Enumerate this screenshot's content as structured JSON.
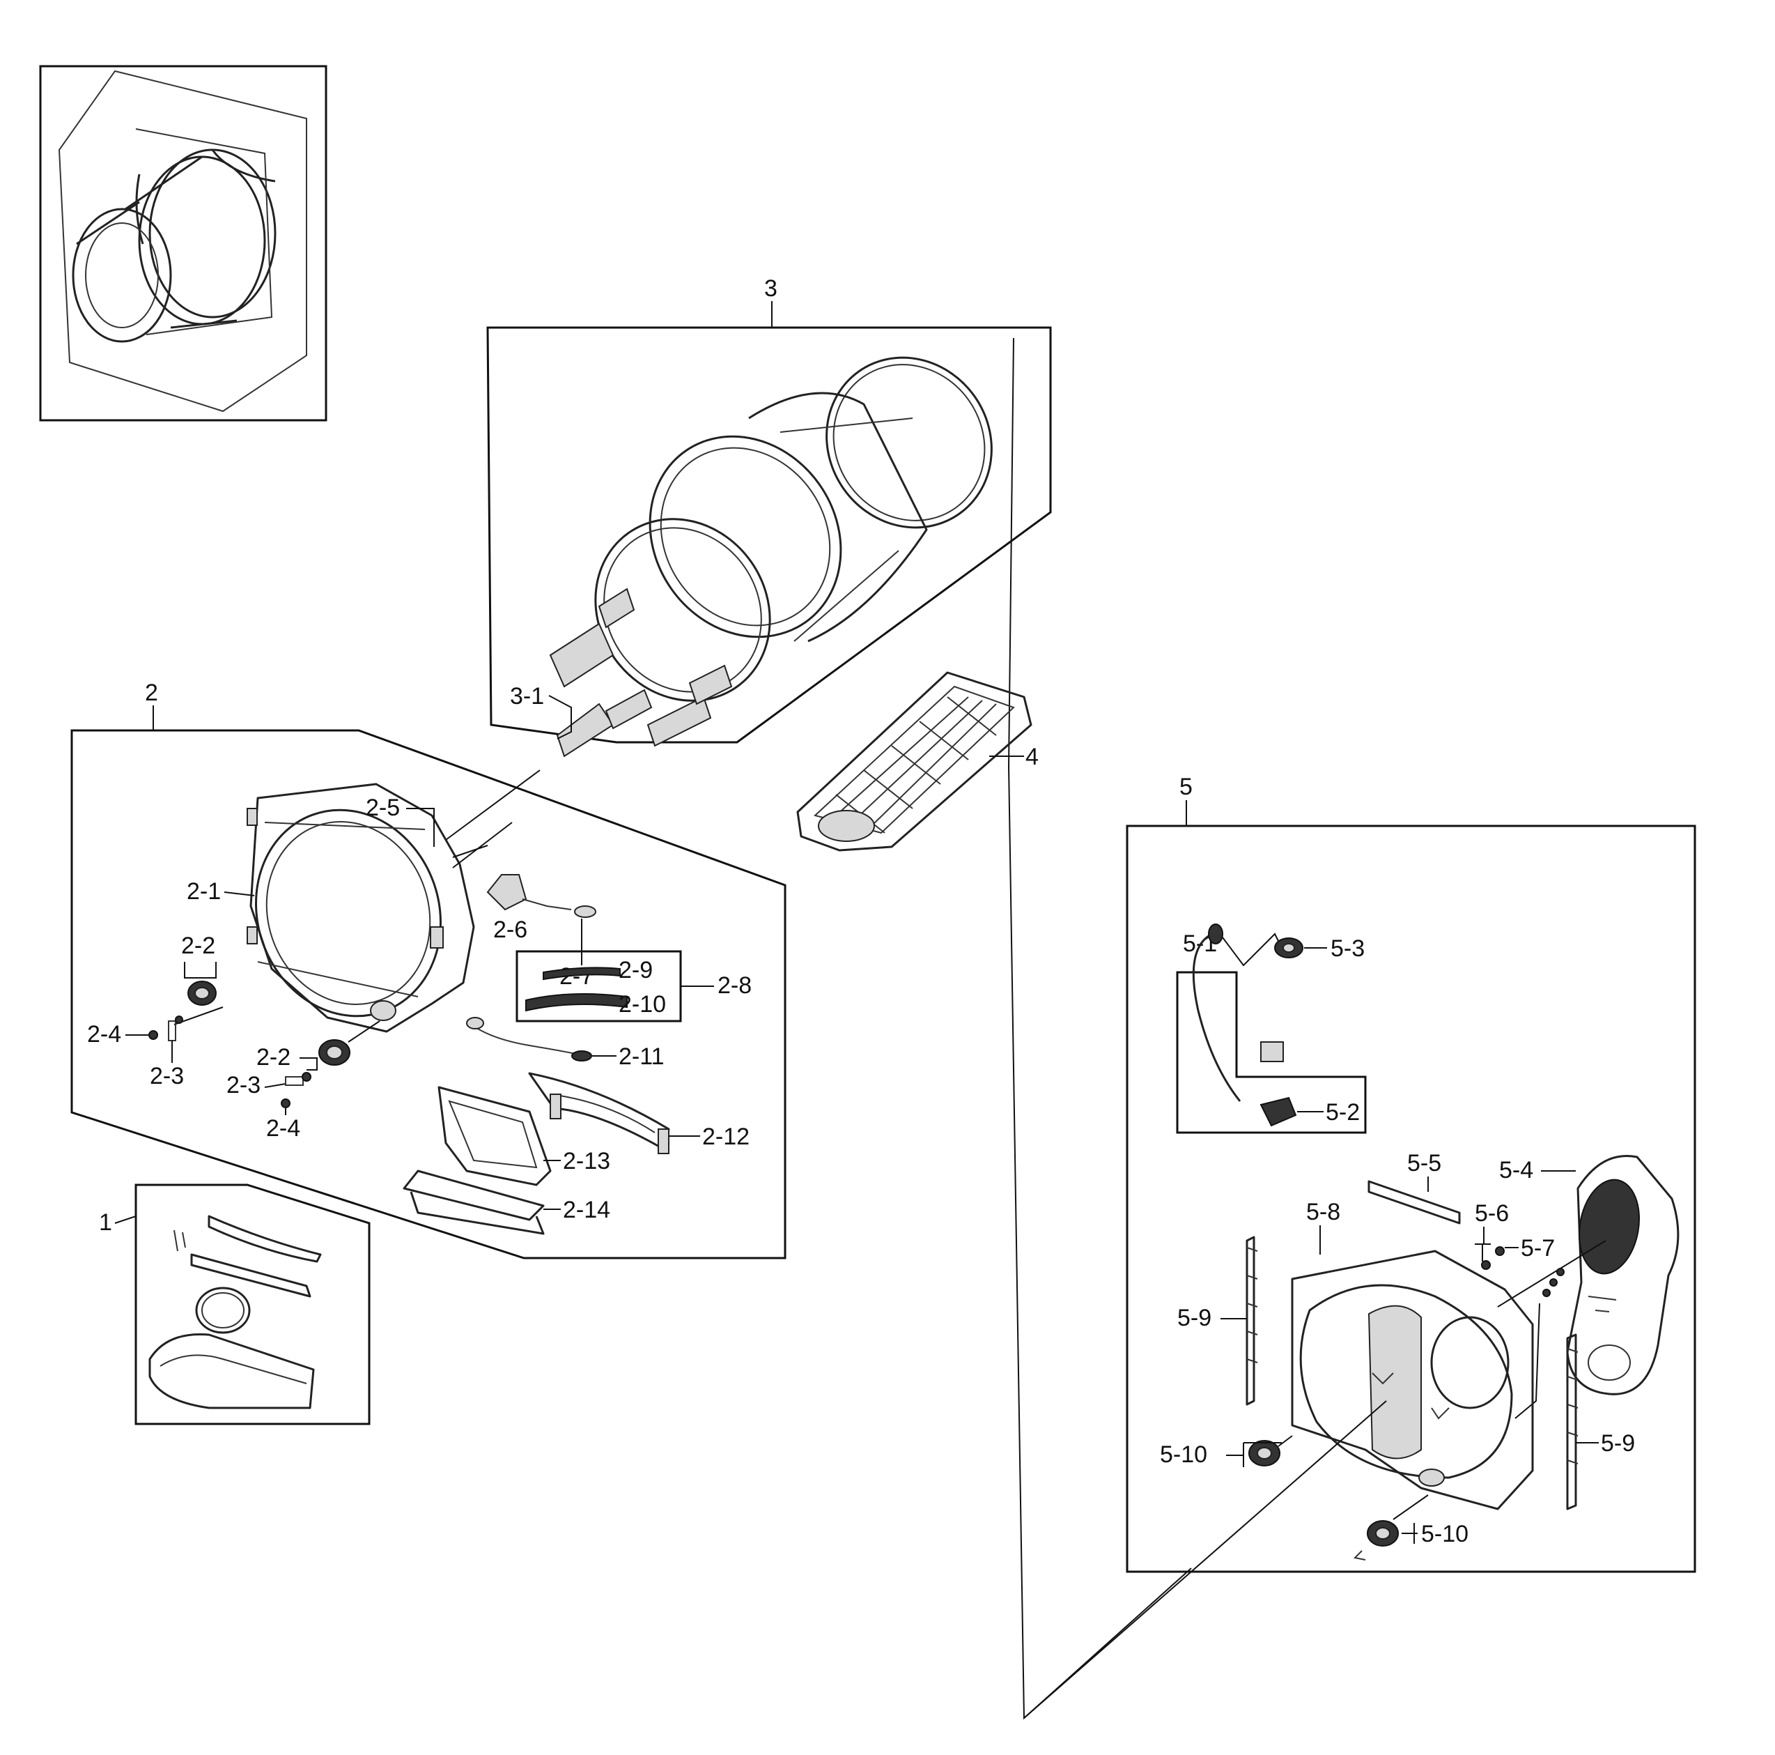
{
  "labels": {
    "group_1": "1",
    "group_2": "2",
    "part_2_1": "2-1",
    "part_2_2a": "2-2",
    "part_2_2b": "2-2",
    "part_2_3a": "2-3",
    "part_2_3b": "2-3",
    "part_2_4a": "2-4",
    "part_2_4b": "2-4",
    "part_2_5": "2-5",
    "part_2_6": "2-6",
    "part_2_7": "2-7",
    "part_2_8": "2-8",
    "part_2_9": "2-9",
    "part_2_10": "2-10",
    "part_2_11": "2-11",
    "part_2_12": "2-12",
    "part_2_13": "2-13",
    "part_2_14": "2-14",
    "group_3": "3",
    "part_3_1": "3-1",
    "group_4": "4",
    "group_5": "5",
    "part_5_1": "5-1",
    "part_5_2": "5-2",
    "part_5_3": "5-3",
    "part_5_4": "5-4",
    "part_5_5": "5-5",
    "part_5_6": "5-6",
    "part_5_7": "5-7",
    "part_5_8": "5-8",
    "part_5_9a": "5-9",
    "part_5_9b": "5-9",
    "part_5_10a": "5-10",
    "part_5_10b": "5-10"
  }
}
